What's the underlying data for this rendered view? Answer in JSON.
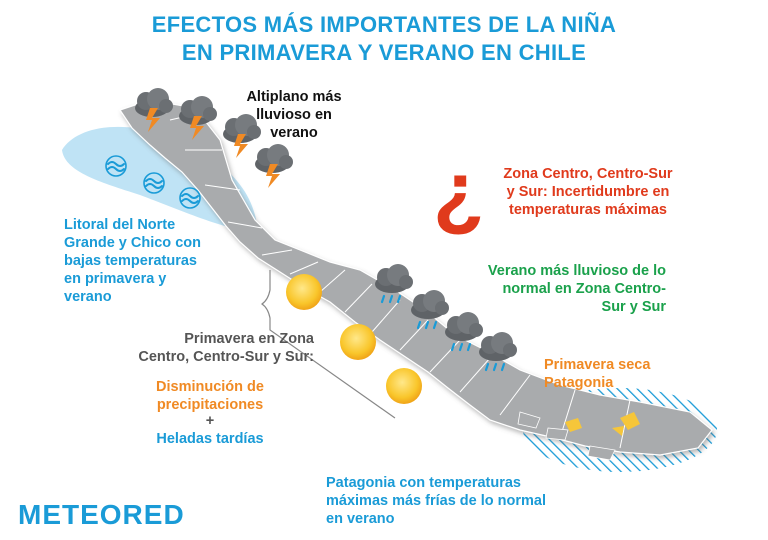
{
  "title": {
    "line1": "EFECTOS MÁS IMPORTANTES DE LA NIÑA",
    "line2": "EN PRIMAVERA Y VERANO EN CHILE"
  },
  "labels": {
    "altiplano": [
      "Altiplano más",
      "lluvioso en",
      "verano"
    ],
    "zona_centro": [
      "Zona Centro, Centro-Sur",
      "y Sur: Incertidumbre en",
      "temperaturas máximas"
    ],
    "litoral": [
      "Litoral del Norte",
      "Grande y Chico con",
      "bajas temperaturas",
      "en primavera y",
      "verano"
    ],
    "verano_lluvioso": [
      "Verano más lluvioso de lo",
      "normal en Zona Centro-",
      "Sur y Sur"
    ],
    "primavera_zona": [
      "Primavera en Zona",
      "Centro, Centro-Sur y Sur:"
    ],
    "disminucion": [
      "Disminución de",
      "precipitaciones"
    ],
    "plus": "+",
    "heladas": "Heladas tardías",
    "primavera_seca": [
      "Primavera seca",
      "Patagonia"
    ],
    "patagonia": [
      "Patagonia con temperaturas",
      "máximas más frías de lo normal",
      "en verano"
    ]
  },
  "question_mark": "¿",
  "logo": "METEORED",
  "colors": {
    "title": "#1a9bd7",
    "red": "#e03a1c",
    "green": "#1aa14b",
    "orange": "#f08a24",
    "land": "#a9abad",
    "ocean_highlight": "#bfe3f5"
  }
}
